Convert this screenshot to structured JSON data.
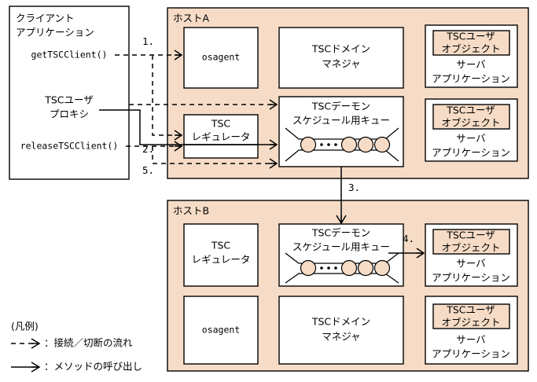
{
  "diagram": {
    "title_hidden": "TSC client/server connection flow diagram",
    "colors": {
      "host_fill": "#f6dcc6",
      "object_fill": "#f6dcc6",
      "box_fill": "#ffffff",
      "stroke": "#000000",
      "background": "#ffffff"
    },
    "client": {
      "name_line1": "クライアント",
      "name_line2": "アプリケーション",
      "method_get": "getTSCClient()",
      "proxy_line1": "TSCユーザ",
      "proxy_line2": "プロキシ",
      "method_release": "releaseTSCClient()"
    },
    "steps": {
      "s1": "1.",
      "s2": "2.",
      "s3": "3.",
      "s4": "4.",
      "s5": "5."
    },
    "host_a": {
      "label": "ホストA",
      "osagent": "osagent",
      "domain_manager_line1": "TSCドメイン",
      "domain_manager_line2": "マネジャ",
      "regulator_line1": "TSC",
      "regulator_line2": "レギュレータ",
      "daemon_line1": "TSCデーモン",
      "daemon_line2": "スケジュール用キュー",
      "server_apps": [
        {
          "object_line1": "TSCユーザ",
          "object_line2": "オブジェクト",
          "app_line1": "サーバ",
          "app_line2": "アプリケーション"
        },
        {
          "object_line1": "TSCユーザ",
          "object_line2": "オブジェクト",
          "app_line1": "サーバ",
          "app_line2": "アプリケーション"
        }
      ]
    },
    "host_b": {
      "label": "ホストB",
      "regulator_line1": "TSC",
      "regulator_line2": "レギュレータ",
      "osagent": "osagent",
      "daemon_line1": "TSCデーモン",
      "daemon_line2": "スケジュール用キュー",
      "domain_manager_line1": "TSCドメイン",
      "domain_manager_line2": "マネジャ",
      "server_apps": [
        {
          "object_line1": "TSCユーザ",
          "object_line2": "オブジェクト",
          "app_line1": "サーバ",
          "app_line2": "アプリケーション"
        },
        {
          "object_line1": "TSCユーザ",
          "object_line2": "オブジェクト",
          "app_line1": "サーバ",
          "app_line2": "アプリケーション"
        }
      ]
    },
    "legend": {
      "title": "(凡例)",
      "dashed_label": "：接続／切断の流れ",
      "solid_label": "：メソッドの呼び出し"
    }
  }
}
